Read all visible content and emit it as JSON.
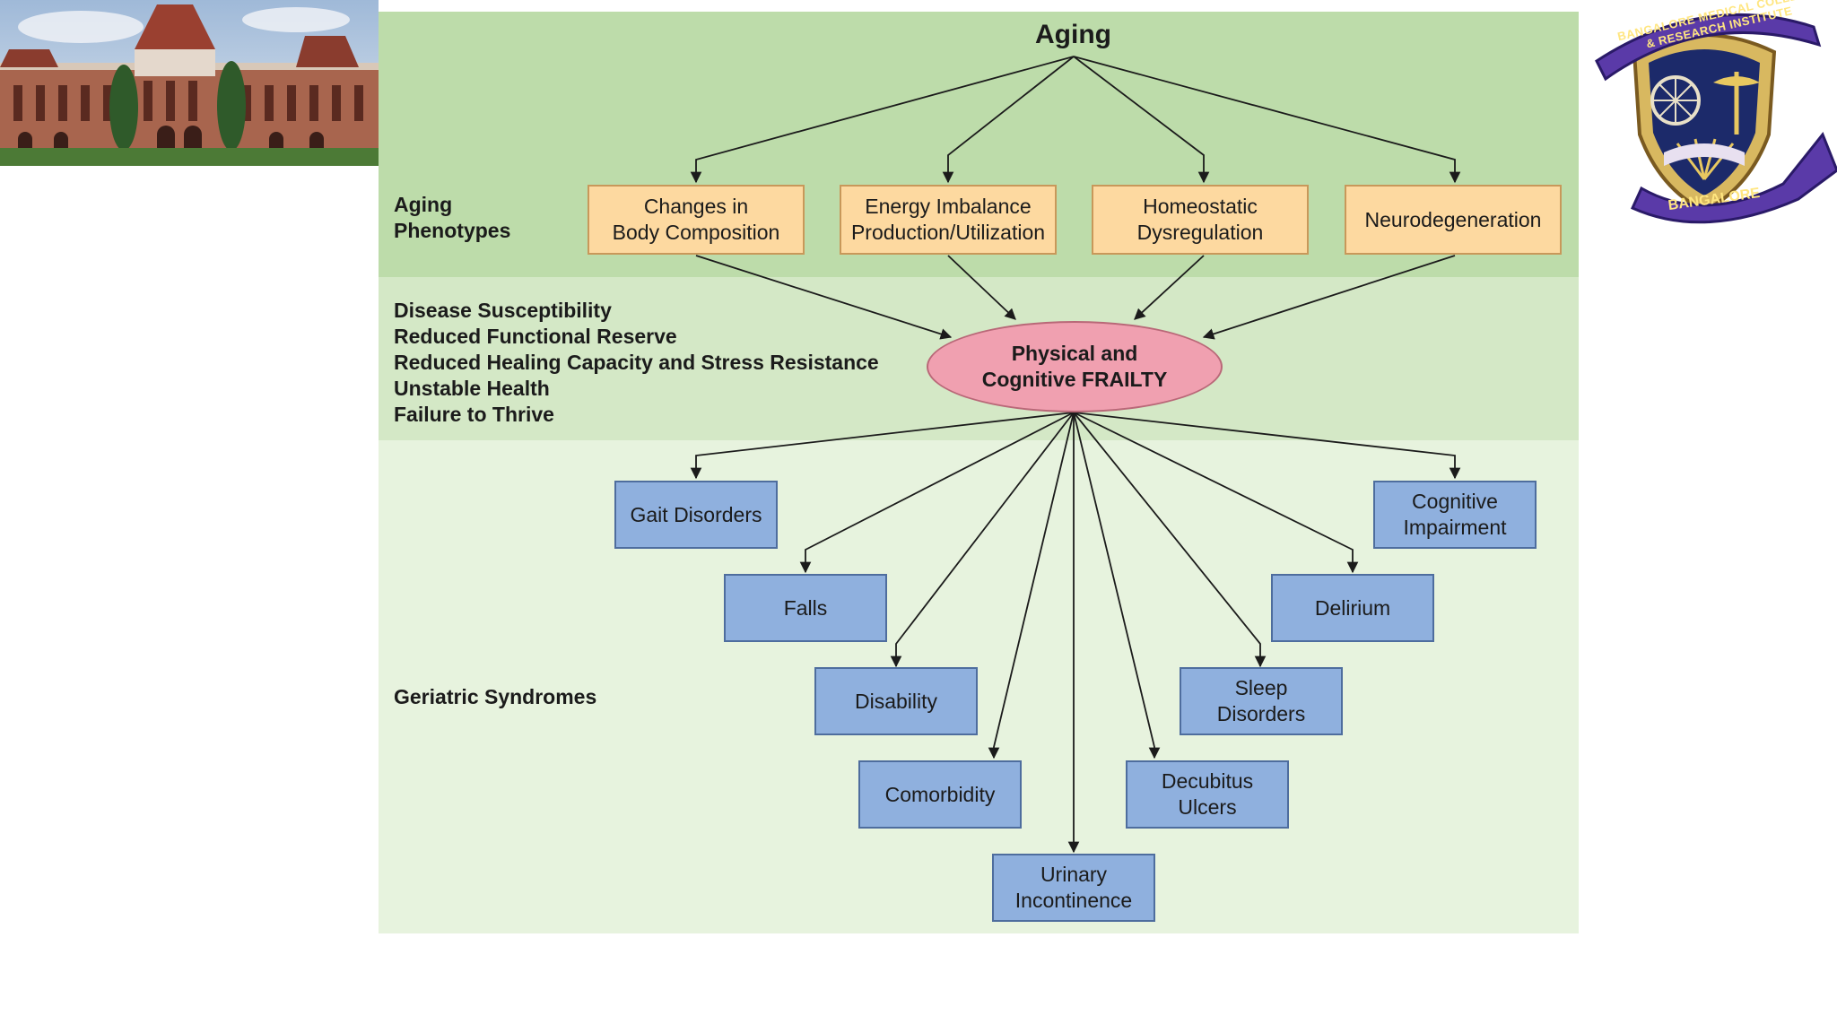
{
  "diagram": {
    "title": "Aging",
    "row_labels": {
      "phenotypes": "Aging\nPhenotypes",
      "consequences": [
        "Disease Susceptibility",
        "Reduced Functional Reserve",
        "Reduced Healing Capacity and Stress Resistance",
        "Unstable Health",
        "Failure to Thrive"
      ],
      "syndromes": "Geriatric Syndromes"
    },
    "phenotypes": [
      "Changes in\nBody Composition",
      "Energy Imbalance\nProduction/Utilization",
      "Homeostatic\nDysregulation",
      "Neurodegeneration"
    ],
    "center": "Physical and\nCognitive FRAILTY",
    "syndromes": [
      "Gait Disorders",
      "Falls",
      "Disability",
      "Comorbidity",
      "Urinary\nIncontinence",
      "Decubitus\nUlcers",
      "Sleep\nDisorders",
      "Delirium",
      "Cognitive\nImpairment"
    ]
  },
  "colors": {
    "band_top": "#bddcaa",
    "band_middle": "#d4e8c6",
    "band_bottom": "#e7f3de",
    "phenotype_box": "#fdd9a0",
    "syndrome_box": "#8fb0de",
    "frailty_ellipse": "#f0a0b0"
  },
  "logo": {
    "text_top": "BANGALORE MEDICAL COLLEGE & RESEARCH INSTITUTE",
    "text_bottom": "BANGALORE"
  }
}
